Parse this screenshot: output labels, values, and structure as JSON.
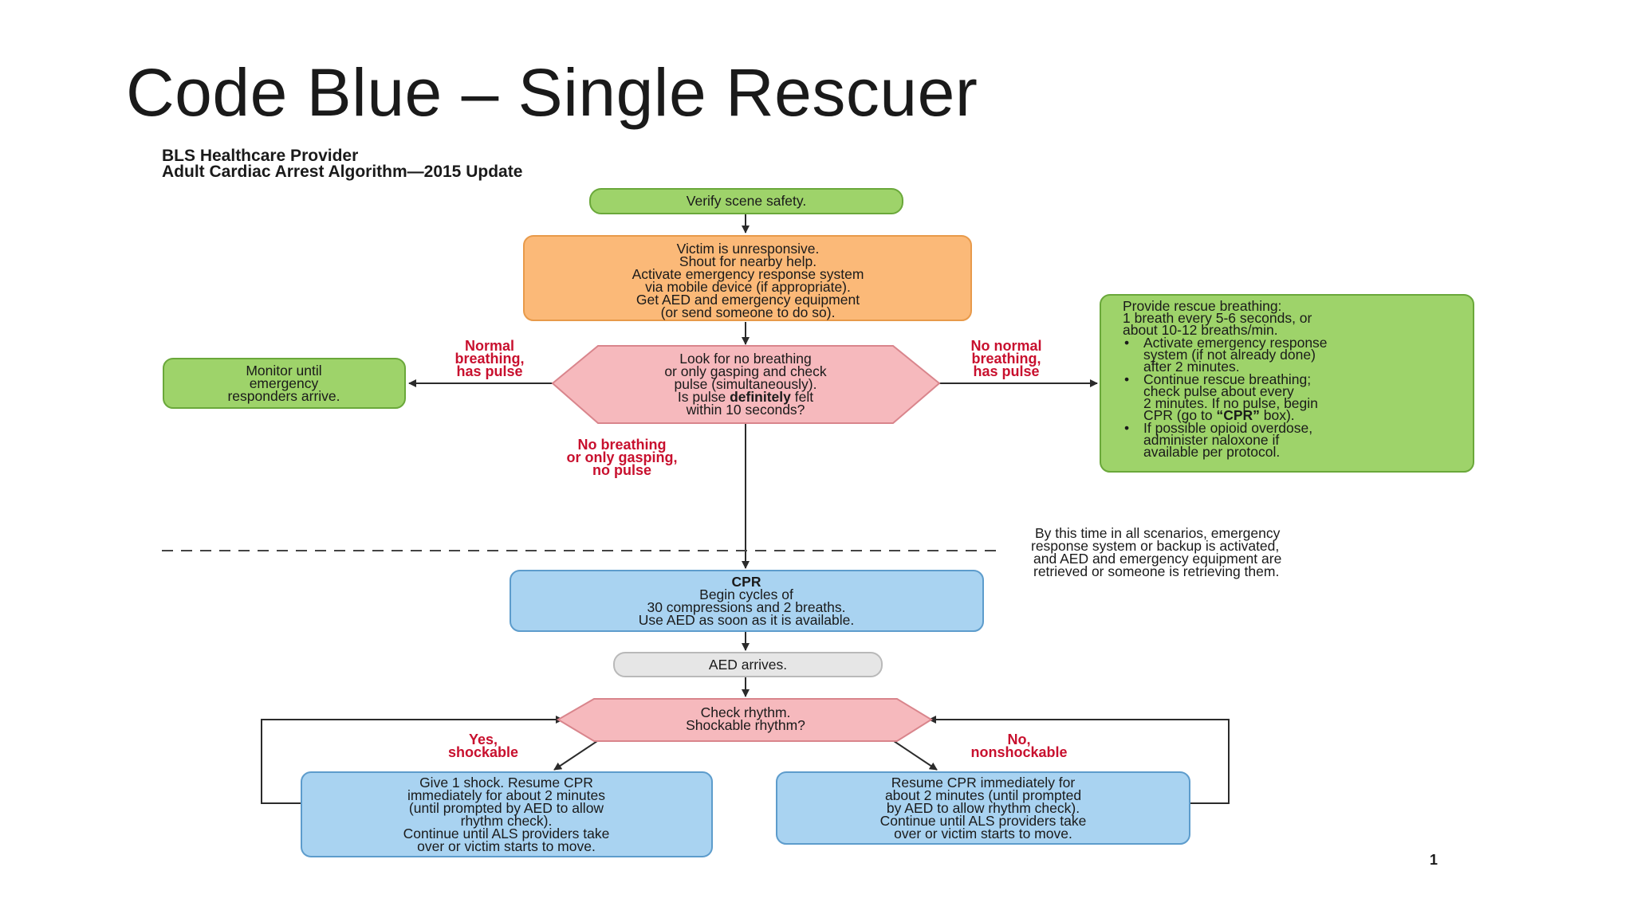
{
  "title": "Code Blue – Single Rescuer",
  "diagram": {
    "heading": [
      "BLS Healthcare Provider",
      "Adult Cardiac Arrest Algorithm—2015 Update"
    ],
    "colors": {
      "green_fill": "#9ed36a",
      "green_stroke": "#6aa83a",
      "orange_fill": "#fbb978",
      "orange_stroke": "#e89a4a",
      "pink_fill": "#f6b9bd",
      "pink_stroke": "#d9858c",
      "blue_fill": "#a9d3f1",
      "blue_stroke": "#5d9ccc",
      "gray_fill": "#e6e6e6",
      "gray_stroke": "#b9b9b9",
      "label_red": "#c8102e"
    },
    "verify": "Verify scene safety.",
    "victim": [
      "Victim is unresponsive.",
      "Shout for nearby help.",
      "Activate emergency response system",
      "via mobile device (if appropriate).",
      "Get AED and emergency equipment",
      "(or send someone to do so)."
    ],
    "look": {
      "line1": "Look for no breathing",
      "line2": "or only gasping and check",
      "line3": "pulse (simultaneously).",
      "line4_pre": "Is pulse ",
      "line4_bold": "definitely",
      "line4_post": " felt",
      "line5": "within 10 seconds?"
    },
    "label_normal": [
      "Normal",
      "breathing,",
      "has pulse"
    ],
    "monitor": [
      "Monitor until",
      "emergency",
      "responders arrive."
    ],
    "label_no_normal": [
      "No normal",
      "breathing,",
      "has pulse"
    ],
    "rescue": {
      "line1": "Provide rescue breathing:",
      "line2": "1 breath every 5-6 seconds, or",
      "line3": "about 10-12 breaths/min.",
      "b1_1": "Activate emergency response",
      "b1_2": "system (if not already done)",
      "b1_3": "after 2 minutes.",
      "b2_1": "Continue rescue breathing;",
      "b2_2": "check pulse about every",
      "b2_3": "2 minutes. If no pulse, begin",
      "b2_4_pre": "CPR (go to ",
      "b2_4_bold": "“CPR”",
      "b2_4_post": " box).",
      "b3_1": "If possible opioid overdose,",
      "b3_2": "administer naloxone if",
      "b3_3": "available per protocol.",
      "bullet": "•"
    },
    "label_no_breathing": [
      "No breathing",
      "or only gasping,",
      "no pulse"
    ],
    "note": [
      "By this time in all scenarios, emergency",
      "response system or backup is activated,",
      "and AED and emergency equipment are",
      "retrieved or someone is retrieving them."
    ],
    "cpr": {
      "title": "CPR",
      "lines": [
        "Begin cycles of",
        "30 compressions and 2 breaths.",
        "Use AED as soon as it is available."
      ]
    },
    "aed": "AED arrives.",
    "check": [
      "Check rhythm.",
      "Shockable rhythm?"
    ],
    "label_yes": [
      "Yes,",
      "shockable"
    ],
    "label_no": [
      "No,",
      "nonshockable"
    ],
    "shock": [
      "Give 1 shock. Resume CPR",
      "immediately for about 2 minutes",
      "(until prompted by AED to allow",
      "rhythm check).",
      "Continue until ALS providers take",
      "over or victim starts to move."
    ],
    "resume": [
      "Resume CPR immediately for",
      "about 2 minutes (until prompted",
      "by AED to allow rhythm check).",
      "Continue until ALS providers take",
      "over or victim starts to move."
    ],
    "page_number": "1"
  }
}
